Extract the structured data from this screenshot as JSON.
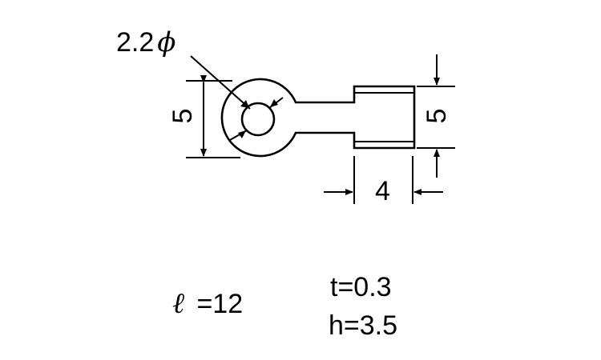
{
  "diagram": {
    "hole_diameter_label": "2.2",
    "hole_diameter_symbol": "ϕ",
    "ring_height_label": "5",
    "barrel_height_label": "5",
    "barrel_length_label": "4"
  },
  "specs": {
    "length_symbol": "ℓ",
    "length_value": "=12",
    "thickness": "t=0.3",
    "height": "h=3.5"
  }
}
